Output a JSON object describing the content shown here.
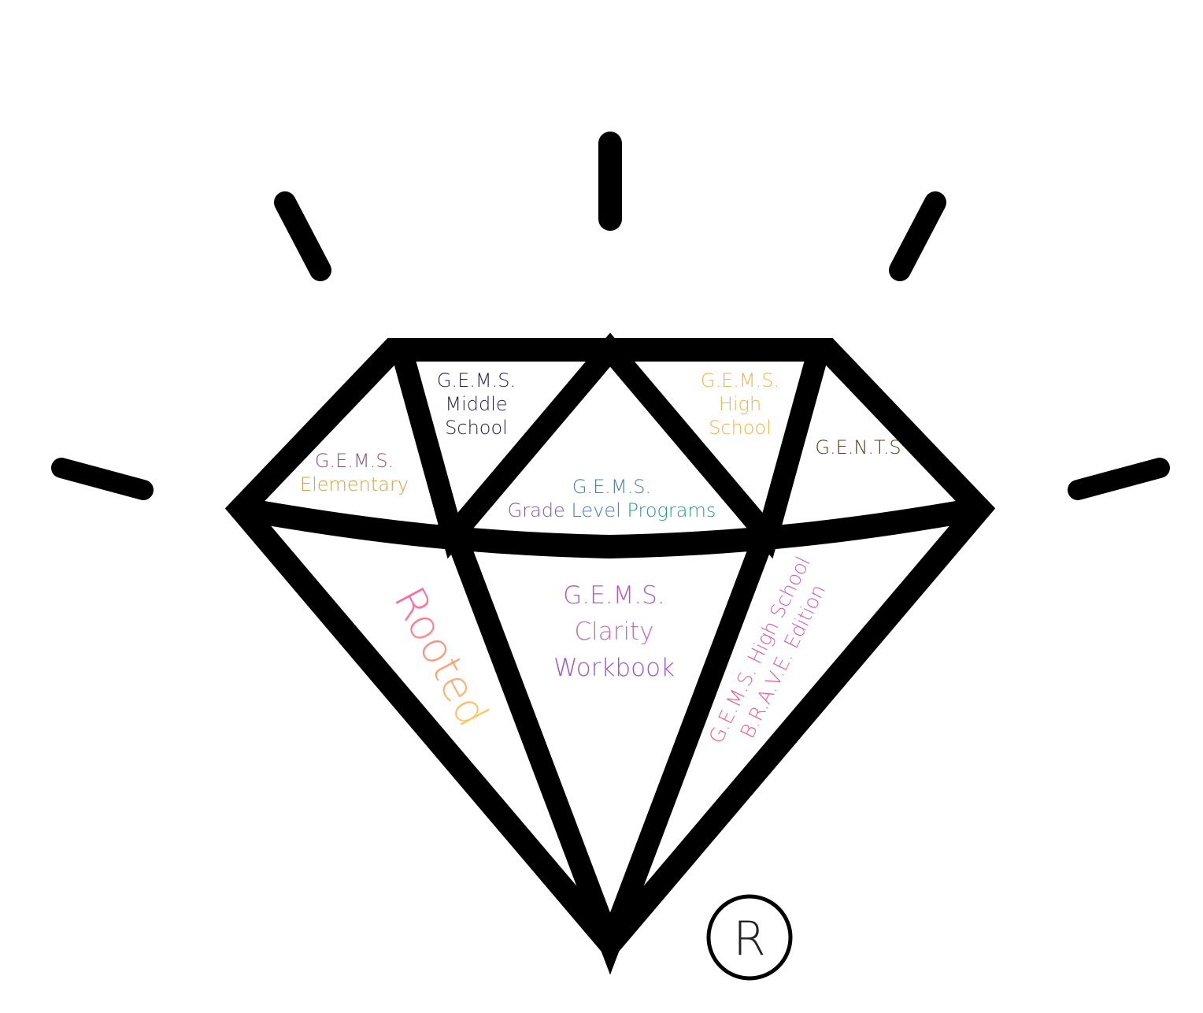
{
  "diagram": {
    "registered_mark": "R",
    "colors": {
      "outline": "#000000",
      "middle_school": "#1f1f5e",
      "high_school": "#f2b24a",
      "gents": "#5a3a10",
      "elementary_top": "#9a4f6e",
      "elementary_bottom": "#d4a040",
      "grade_top": "#4a7ea6",
      "clarity": "#a24fd6",
      "brave": "#ec5f78"
    },
    "facets": {
      "middle_school": {
        "lines": [
          "G.E.M.S.",
          "Middle",
          "School"
        ]
      },
      "high_school": {
        "lines": [
          "G.E.M.S.",
          "High",
          "School"
        ]
      },
      "gents": {
        "text": "G.E.N.T.S"
      },
      "elementary": {
        "line1": "G.E.M.S.",
        "line2": "Elementary"
      },
      "grade_level": {
        "line1": "G.E.M.S.",
        "line2_words": [
          "Grade",
          "Level",
          "Programs"
        ]
      },
      "clarity": {
        "lines": [
          "G.E.M.S.",
          "Clarity",
          "Workbook"
        ]
      },
      "rooted": {
        "text": "Rooted"
      },
      "brave": {
        "line1": "G.E.M.S. High School",
        "line2": "B.R.A.V.E. Edition"
      }
    }
  }
}
